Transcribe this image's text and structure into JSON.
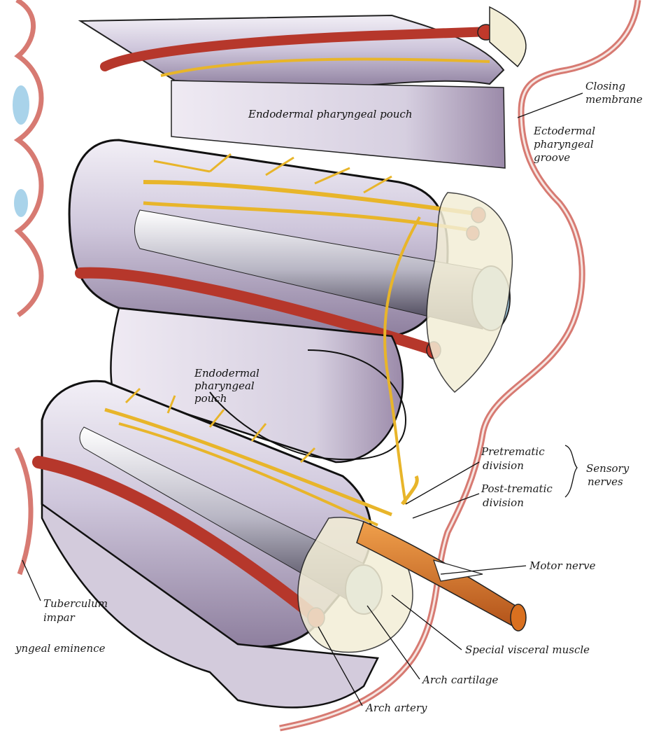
{
  "labels": {
    "closing_membrane": [
      "Closing",
      "membrane"
    ],
    "ectodermal_groove": [
      "Ectodermal",
      "pharyngeal",
      "groove"
    ],
    "endodermal_pouch_top": "Endodermal pharyngeal pouch",
    "endodermal_pouch_middle": [
      "Endodermal",
      "pharyngeal",
      "pouch"
    ],
    "pretrematic": [
      "Pretrematic",
      "division"
    ],
    "posttrematic": [
      "Post-trematic",
      "division"
    ],
    "sensory_nerves": [
      "Sensory",
      "nerves"
    ],
    "motor_nerve": "Motor nerve",
    "tuberculum_impar": [
      "Tuberculum",
      "impar"
    ],
    "pharyngeal_eminence": "yngeal eminence",
    "special_visceral_muscle": "Special visceral muscle",
    "arch_cartilage": "Arch cartilage",
    "arch_artery": "Arch artery"
  },
  "colors": {
    "artery": "#c0392b",
    "nerve": "#e8b52a",
    "motor_nerve": "#d9701f",
    "cartilage": "#a9d3ea",
    "arch_surface": "#d9d3e3",
    "ectoderm_line": "#d77a72",
    "tissue_fill": "#f3eed6"
  }
}
